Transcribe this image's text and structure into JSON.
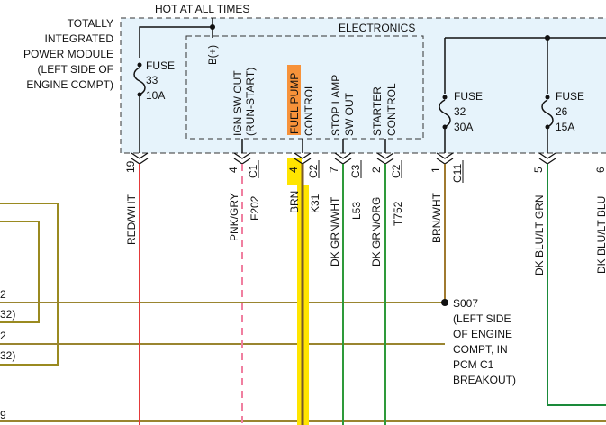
{
  "module": {
    "title_lines": [
      "TOTALLY",
      "INTEGRATED",
      "POWER MODULE",
      "(LEFT SIDE OF",
      "ENGINE COMPT)"
    ],
    "hot_label": "HOT AT ALL TIMES",
    "electronics_label": "ELECTRONICS",
    "bplus_label": "B(+)"
  },
  "fuses": [
    {
      "name": "FUSE",
      "number": "33",
      "rating": "10A"
    },
    {
      "name": "FUSE",
      "number": "32",
      "rating": "30A"
    },
    {
      "name": "FUSE",
      "number": "26",
      "rating": "15A"
    }
  ],
  "outputs": [
    {
      "label_lines": [
        "IGN SW OUT",
        "(RUN-START)"
      ]
    },
    {
      "label_lines": [
        "FUEL PUMP",
        "CONTROL"
      ],
      "highlight_first_line": true
    },
    {
      "label_lines": [
        "STOP LAMP",
        "SW OUT"
      ]
    },
    {
      "label_lines": [
        "STARTER",
        "CONTROL"
      ]
    }
  ],
  "pins": [
    {
      "pin": "19",
      "connector": "",
      "wire_color": "RED/WHT",
      "circuit": "",
      "line_color": "#e43a3a",
      "dashed": false
    },
    {
      "pin": "4",
      "connector": "C1",
      "wire_color": "PNK/GRY",
      "circuit": "F202",
      "line_color": "#f07fa0",
      "dashed": true
    },
    {
      "pin": "4",
      "connector": "C2",
      "wire_color": "BRN",
      "circuit": "K31",
      "line_color": "#7a5a2a",
      "dashed": false,
      "highlighted": true
    },
    {
      "pin": "7",
      "connector": "C3",
      "wire_color": "DK GRN/WHT",
      "circuit": "L53",
      "line_color": "#2e9a3a",
      "dashed": false
    },
    {
      "pin": "2",
      "connector": "C2",
      "wire_color": "DK GRN/ORG",
      "circuit": "T752",
      "line_color": "#2e9a3a",
      "dashed": false
    },
    {
      "pin": "1",
      "connector": "C11",
      "wire_color": "BRN/WHT",
      "circuit": "",
      "line_color": "#a07a30",
      "dashed": false
    },
    {
      "pin": "5",
      "connector": "",
      "wire_color": "DK BLU/LT GRN",
      "circuit": "",
      "line_color": "#1a8a3a",
      "dashed": false
    },
    {
      "pin": "6",
      "connector": "",
      "wire_color": "DK BLU/LT BLU",
      "circuit": "",
      "line_color": "#1a5fb0",
      "dashed": false
    }
  ],
  "splice": {
    "id": "S007",
    "desc_lines": [
      "(LEFT SIDE",
      "OF ENGINE",
      "COMPT, IN",
      "PCM C1",
      "BREAKOUT)"
    ]
  },
  "left_edge_labels": [
    "2",
    "32)",
    "2",
    "32)",
    "9"
  ],
  "colors": {
    "module_fill": "#e6f3fb",
    "highlight_yellow": "#ffe500",
    "fuel_pump_highlight": "#f7923a",
    "brown_wire": "#7a5a2a",
    "tan_wire": "#9a8530"
  }
}
